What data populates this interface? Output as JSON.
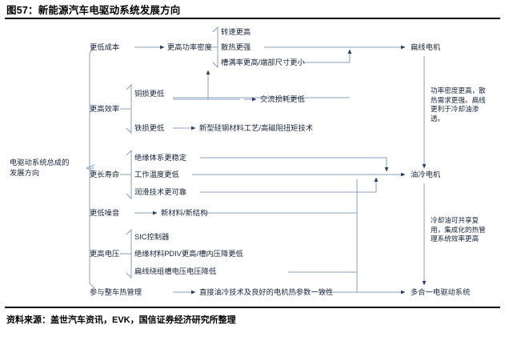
{
  "figure": {
    "title": "图57：新能源汽车电驱动系统发展方向",
    "source": "资料来源：盖世汽车资讯，EVK，国信证券经济研究所整理",
    "accent_line_color": "#8ba0bd",
    "text_color": "#17243b",
    "rule_color": "#000000"
  },
  "root": {
    "label": "电驱动系统总成的发展方向"
  },
  "branches": {
    "cost": {
      "label": "更低成本",
      "child": "更高功率密度",
      "leaves": [
        "转速更高",
        "散热更强",
        "槽满率更高/端部尺寸更小"
      ]
    },
    "efficiency": {
      "label": "更高效率",
      "leaves": [
        "铜损更低",
        "铁损更低"
      ],
      "copper_target": "交流损耗更低",
      "iron_target": "新型硅钢材料工艺/高磁阻扭矩技术"
    },
    "life": {
      "label": "更长寿命",
      "leaves": [
        "绝缘体系更稳定",
        "工作温度更低",
        "润滑技术更可靠"
      ]
    },
    "noise": {
      "label": "更低噪音",
      "child": "新材料/新结构"
    },
    "voltage": {
      "label": "更高电压",
      "leaves": [
        "SIC控制器",
        "绝缘材料PDIV更高/槽内压降更低",
        "扁线绕组槽电压电压降低"
      ]
    },
    "thermal": {
      "label": "参与整车热管理",
      "child": "直接油冷技术及良好的电机热参数一致性"
    }
  },
  "outcomes": [
    {
      "label": "扁线电机"
    },
    {
      "label": "油冷电机"
    },
    {
      "label": "多合一电驱动系统"
    }
  ],
  "notes": [
    {
      "text": "功率密度更高，散热需求更强。扁线更利于冷却油渗透。"
    },
    {
      "text": "冷却油可共享复用，集成化的热管理系统效率更高"
    }
  ]
}
